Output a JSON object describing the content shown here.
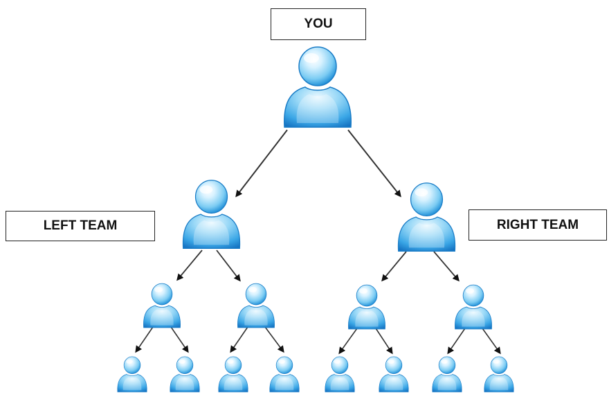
{
  "labels": {
    "you": "YOU",
    "left_team": "LEFT TEAM",
    "right_team": "RIGHT TEAM"
  },
  "icon": "user-avatar-icon",
  "colors": {
    "avatar_light": "#d8f2ff",
    "avatar_mid": "#7cccf3",
    "avatar_dark": "#1f8fd8",
    "arrow": "#333333"
  }
}
